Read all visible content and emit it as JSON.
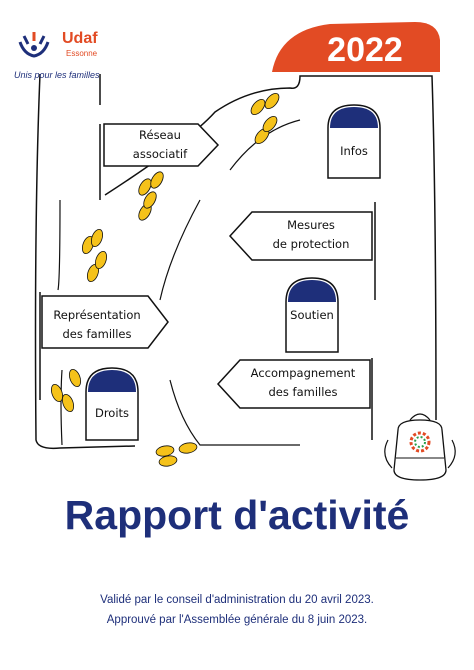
{
  "logo": {
    "brand": "Udaf",
    "region": "Essonne",
    "tagline": "Unis pour les familles"
  },
  "year": "2022",
  "signs": {
    "reseau_line1": "Réseau",
    "reseau_line2": "associatif",
    "infos": "Infos",
    "mesures_line1": "Mesures",
    "mesures_line2": "de protection",
    "representation_line1": "Représentation",
    "representation_line2": "des familles",
    "soutien": "Soutien",
    "accompagnement_line1": "Accompagnement",
    "accompagnement_line2": "des familles",
    "droits": "Droits"
  },
  "title": "Rapport d'activité",
  "footer": {
    "line1": "Validé par le conseil d'administration du 20 avril 2023.",
    "line2": "Approuvé par l'Assemblée générale du 8 juin 2023."
  },
  "colors": {
    "orange": "#e24b24",
    "navy": "#1e2f7a",
    "footprint_yellow": "#f5c21a"
  }
}
